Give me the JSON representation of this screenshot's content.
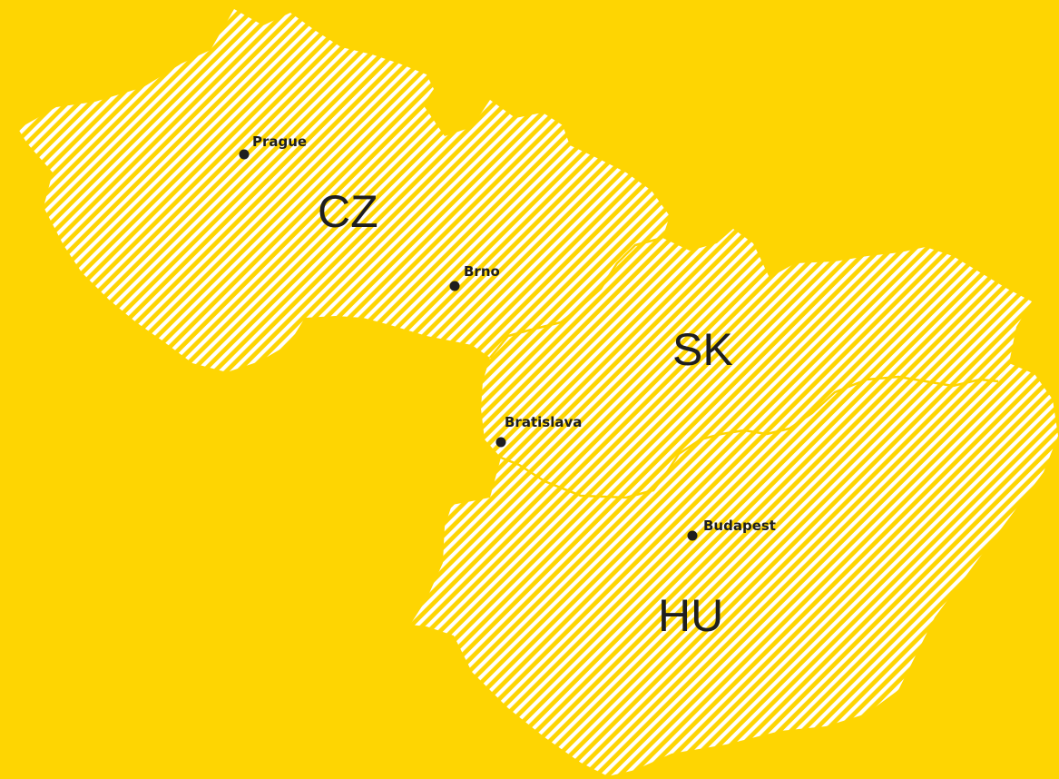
{
  "map": {
    "background_color": "#FED502",
    "land_hatch_color": "#FFFFFF",
    "text_color": "#1f1f1f",
    "countries": [
      {
        "id": "cz",
        "code": "CZ"
      },
      {
        "id": "sk",
        "code": "SK"
      },
      {
        "id": "hu",
        "code": "HU"
      }
    ],
    "cities": [
      {
        "id": "prague",
        "name": "Prague"
      },
      {
        "id": "brno",
        "name": "Brno"
      },
      {
        "id": "bratislava",
        "name": "Bratislava"
      },
      {
        "id": "budapest",
        "name": "Budapest"
      }
    ]
  }
}
